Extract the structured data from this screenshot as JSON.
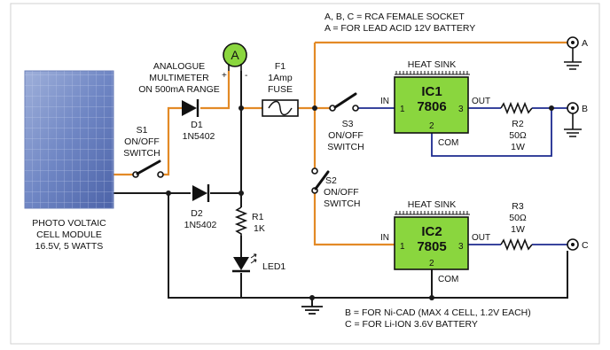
{
  "notes": {
    "top_line1": "A, B, C = RCA FEMALE SOCKET",
    "top_line2": "A = FOR LEAD ACID 12V BATTERY",
    "bottom_line1": "B = FOR Ni-CAD (MAX 4 CELL, 1.2V EACH)",
    "bottom_line2": "C = FOR Li-ION 3.6V BATTERY"
  },
  "pv": {
    "line1": "PHOTO VOLTAIC",
    "line2": "CELL MODULE",
    "line3": "16.5V, 5 WATTS"
  },
  "meter": {
    "symbol": "A",
    "line1": "ANALOGUE",
    "line2": "MULTIMETER",
    "line3": "ON 500mA RANGE",
    "plus": "+",
    "minus": "-"
  },
  "s1": {
    "name": "S1",
    "line1": "ON/OFF",
    "line2": "SWITCH"
  },
  "s2": {
    "name": "S2",
    "line1": "ON/OFF",
    "line2": "SWITCH"
  },
  "s3": {
    "name": "S3",
    "line1": "ON/OFF",
    "line2": "SWITCH"
  },
  "d1": {
    "name": "D1",
    "part": "1N5402"
  },
  "d2": {
    "name": "D2",
    "part": "1N5402"
  },
  "f1": {
    "name": "F1",
    "rating": "1Amp",
    "type": "FUSE"
  },
  "r1": {
    "name": "R1",
    "value": "1K"
  },
  "led": {
    "name": "LED1"
  },
  "r2": {
    "name": "R2",
    "value": "50Ω",
    "power": "1W"
  },
  "r3": {
    "name": "R3",
    "value": "50Ω",
    "power": "1W"
  },
  "ic1": {
    "heat_sink": "HEAT SINK",
    "name": "IC1",
    "part": "7806",
    "pin_in": "IN",
    "pin_out": "OUT",
    "pin_com": "COM",
    "p1": "1",
    "p2": "2",
    "p3": "3"
  },
  "ic2": {
    "heat_sink": "HEAT SINK",
    "name": "IC2",
    "part": "7805",
    "pin_in": "IN",
    "pin_out": "OUT",
    "pin_com": "COM",
    "p1": "1",
    "p2": "2",
    "p3": "3"
  },
  "sockets": {
    "a": "A",
    "b": "B",
    "c": "C"
  },
  "colors": {
    "wire": "#1a1a1a",
    "wire_blue": "#1c2a8f",
    "wire_orange": "#e38a26",
    "ic_fill": "#8ad63e",
    "meter_fill": "#8ad63e",
    "panel_blue": "#7f93c9"
  }
}
